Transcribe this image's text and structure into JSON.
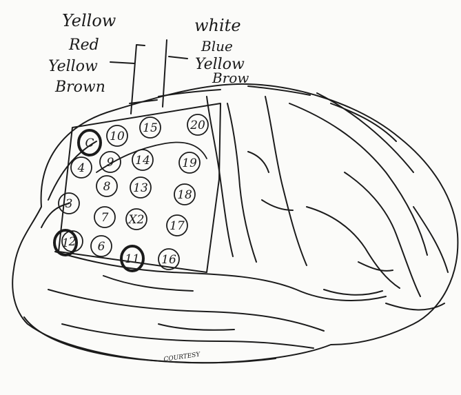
{
  "labels_left": [
    "Yellow",
    "Red",
    "Yellow",
    "Brown"
  ],
  "labels_right": [
    "white",
    "Blue",
    "Yellow",
    "Brow"
  ],
  "signature": "COURTESY",
  "electrodes": [
    {
      "label": "10"
    },
    {
      "label": "15"
    },
    {
      "label": "20"
    },
    {
      "label": "C",
      "highlighted": true
    },
    {
      "label": "9"
    },
    {
      "label": "14"
    },
    {
      "label": "19"
    },
    {
      "label": "4"
    },
    {
      "label": "8"
    },
    {
      "label": "13"
    },
    {
      "label": "18"
    },
    {
      "label": "3"
    },
    {
      "label": "7"
    },
    {
      "label": "X2"
    },
    {
      "label": "17"
    },
    {
      "label": "2"
    },
    {
      "label": "6"
    },
    {
      "label": "11",
      "highlighted": true
    },
    {
      "label": "16"
    },
    {
      "label": "1",
      "highlighted": true
    }
  ]
}
